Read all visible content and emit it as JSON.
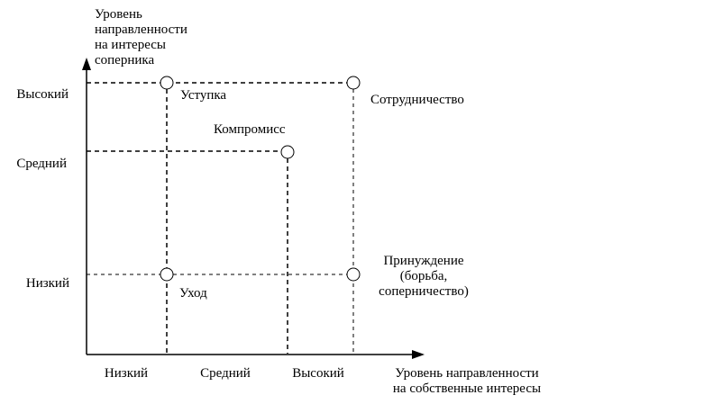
{
  "y_axis": {
    "title_lines": [
      "Уровень",
      "направленности",
      "на интересы",
      "соперника"
    ],
    "levels": [
      "Высокий",
      "Средний",
      "Низкий"
    ]
  },
  "x_axis": {
    "title_lines": [
      "Уровень направленности",
      "на собственные интересы"
    ],
    "levels": [
      "Низкий",
      "Средний",
      "Высокий"
    ]
  },
  "strategies": {
    "concession": "Уступка",
    "cooperation": "Сотрудничество",
    "compromise": "Компромисс",
    "coercion_lines": [
      "Принуждение",
      "(борьба,",
      "соперничество)"
    ],
    "avoidance": "Уход"
  },
  "colors": {
    "line": "#000000",
    "background": "#ffffff"
  }
}
